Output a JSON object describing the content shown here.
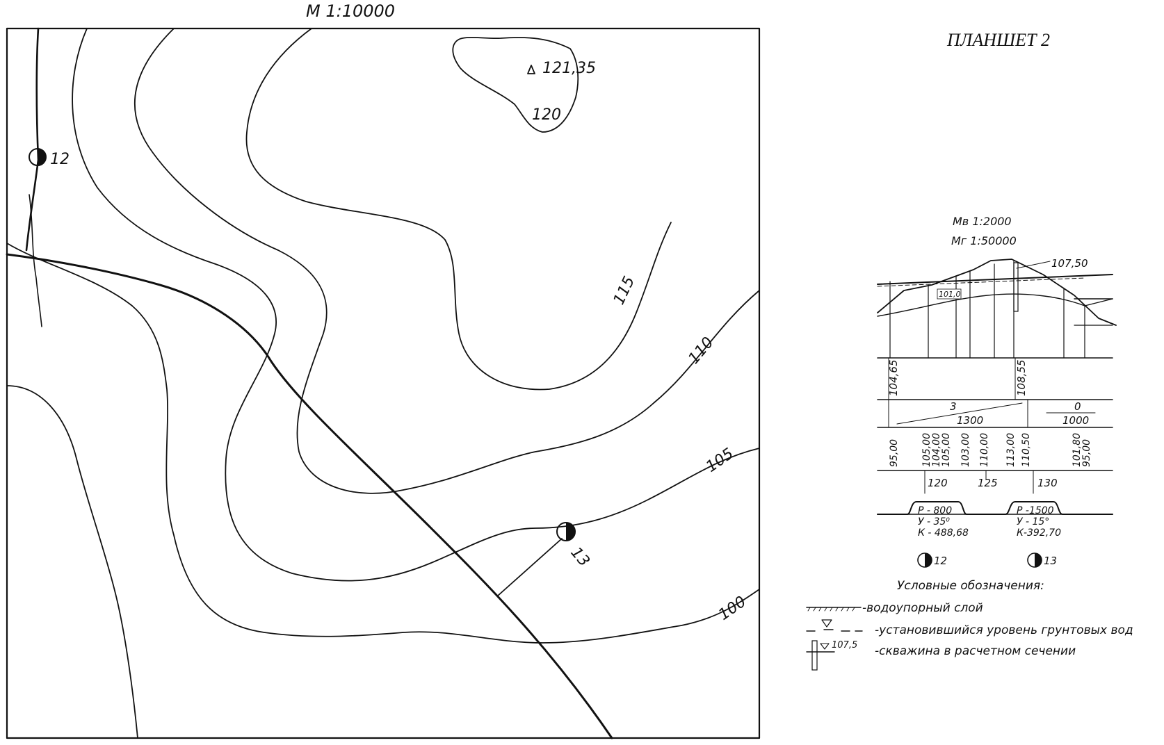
{
  "map": {
    "scale": "М 1:10000",
    "sheet_title": "ПЛАНШЕТ 2",
    "spot_height": "121,35",
    "contours": {
      "c120": "120",
      "c115": "115",
      "c110": "110",
      "c105": "105",
      "c100": "100"
    },
    "wells": {
      "w12": "12",
      "w13": "13"
    }
  },
  "profile": {
    "vertical_scale": "Мв 1:2000",
    "horizontal_scale": "Мг 1:50000",
    "groundwater_mark": "107,50",
    "point_label": "101,0",
    "design_marks": [
      "104,65",
      "108,55"
    ],
    "slope_1": {
      "value": "3",
      "length": "1300"
    },
    "slope_2": {
      "value": "0",
      "length": "1000"
    },
    "ground_marks": [
      "95,00",
      "105,00",
      "104,00",
      "105,00",
      "103,00",
      "110,00",
      "113,00",
      "110,50",
      "101,80",
      "95,00"
    ],
    "pickets": [
      "120",
      "125",
      "130"
    ],
    "curve_1": [
      "Р - 800",
      "У - 35⁰",
      "К - 488,68"
    ],
    "curve_2": [
      "Р -1500",
      "У - 15°",
      "К-392,70"
    ],
    "well_12": "12",
    "well_13": "13"
  },
  "legend": {
    "title": "Условные обозначения:",
    "items": [
      "-водоупорный слой",
      "-установившийся уровень грунтовых вод",
      "-скважина в расчетном сечении"
    ],
    "well_mark": "107,5"
  }
}
